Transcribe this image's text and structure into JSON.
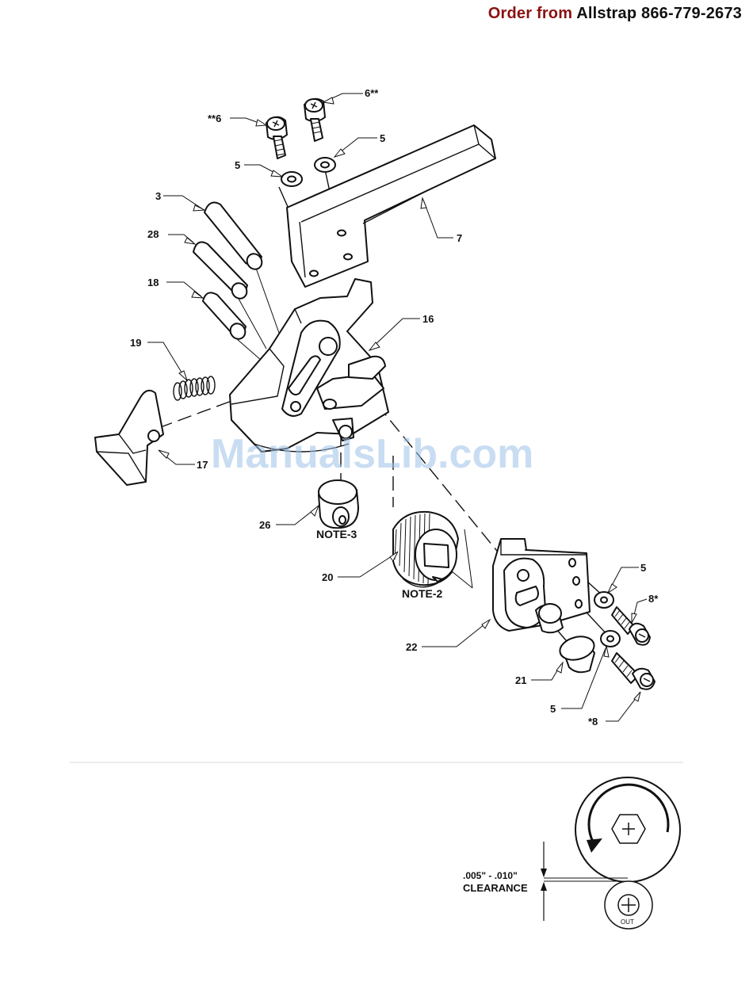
{
  "header": {
    "lead": "Order from",
    "rest": "Allstrap 866-779-2673"
  },
  "watermark": "ManualsLib.com",
  "callouts": {
    "c6a": "**6",
    "c6b": "6**",
    "c5a": "5",
    "c5b": "5",
    "c3": "3",
    "c28": "28",
    "c18": "18",
    "c19": "19",
    "c7": "7",
    "c16": "16",
    "c17": "17",
    "c26": "26",
    "c20": "20",
    "c22": "22",
    "c21": "21",
    "c5c": "5",
    "c8a": "8*",
    "c5d": "5",
    "c8b": "*8"
  },
  "notes": {
    "note3": "NOTE-3",
    "note2": "NOTE-2"
  },
  "clearance": {
    "value": ".005\" - .010\"",
    "label": "CLEARANCE",
    "out": "OUT"
  }
}
